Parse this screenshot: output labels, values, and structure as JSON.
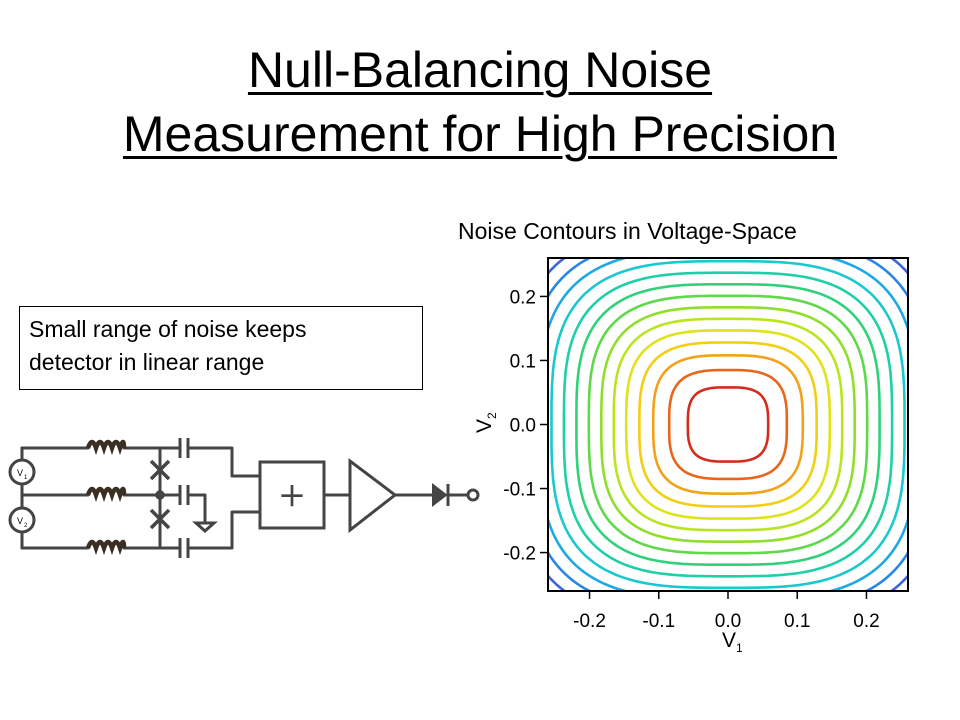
{
  "title": {
    "line1": "Null-Balancing Noise",
    "line2": "Measurement for High Precision"
  },
  "note": {
    "line1": "Small range of noise keeps",
    "line2": "detector in linear range"
  },
  "circuit": {
    "sources": [
      {
        "label": "V",
        "sub": "1"
      },
      {
        "label": "V",
        "sub": "2"
      }
    ],
    "summer_symbol": "+"
  },
  "chart_data": {
    "type": "contour",
    "title": "Noise Contours in Voltage-Space",
    "xlabel": "V",
    "xlabel_sub": "1",
    "ylabel": "V",
    "ylabel_sub": "2",
    "xlim": [
      -0.26,
      0.26
    ],
    "ylim": [
      -0.26,
      0.26
    ],
    "xticks": [
      -0.2,
      -0.1,
      0.0,
      0.1,
      0.2
    ],
    "yticks": [
      -0.2,
      -0.1,
      0.0,
      0.1,
      0.2
    ],
    "xtick_labels": [
      "-0.2",
      "-0.1",
      "0.0",
      "0.1",
      "0.2"
    ],
    "ytick_labels": [
      "-0.2",
      "-0.1",
      "0.0",
      "0.1",
      "0.2"
    ],
    "center": [
      0.0,
      0.0
    ],
    "levels": [
      0.058,
      0.085,
      0.108,
      0.128,
      0.147,
      0.165,
      0.183,
      0.201,
      0.219,
      0.237,
      0.255,
      0.273,
      0.291,
      0.309,
      0.327,
      0.345
    ],
    "colors": [
      "#d62c1e",
      "#e8661a",
      "#f4a11a",
      "#f2cf12",
      "#dfe41a",
      "#b9e41f",
      "#8fdf2a",
      "#5fd84a",
      "#2fd27a",
      "#1fcfa8",
      "#1cc8d0",
      "#1ea8e4",
      "#2a86e6",
      "#3f62e0",
      "#5a44d6",
      "#7530c8"
    ]
  }
}
